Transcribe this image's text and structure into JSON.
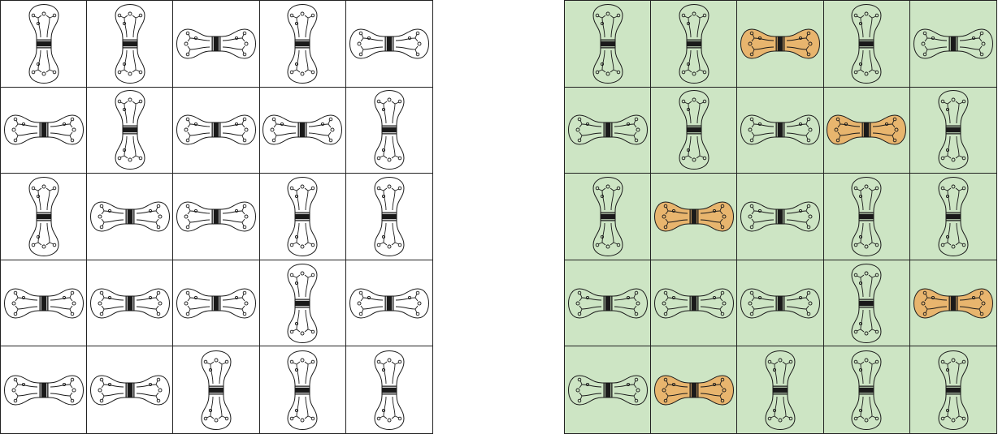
{
  "colors": {
    "left_background": "#ffffff",
    "right_background": "#cde5c4",
    "bulb_on": "#e8b56e",
    "line": "#1a1a1a"
  },
  "icon": "light-bulb-icon",
  "left_grid": {
    "orientation": [
      [
        "V",
        "V",
        "H",
        "V",
        "H"
      ],
      [
        "H",
        "V",
        "H",
        "H",
        "V"
      ],
      [
        "V",
        "H",
        "H",
        "V",
        "V"
      ],
      [
        "H",
        "H",
        "H",
        "V",
        "H"
      ],
      [
        "H",
        "H",
        "V",
        "V",
        "V"
      ]
    ],
    "lit": [
      [
        0,
        0,
        0,
        0,
        0
      ],
      [
        0,
        0,
        0,
        0,
        0
      ],
      [
        0,
        0,
        0,
        0,
        0
      ],
      [
        0,
        0,
        0,
        0,
        0
      ],
      [
        0,
        0,
        0,
        0,
        0
      ]
    ]
  },
  "right_grid": {
    "orientation": [
      [
        "V",
        "V",
        "H",
        "V",
        "H"
      ],
      [
        "H",
        "V",
        "H",
        "H",
        "V"
      ],
      [
        "V",
        "H",
        "H",
        "V",
        "V"
      ],
      [
        "H",
        "H",
        "H",
        "V",
        "H"
      ],
      [
        "H",
        "H",
        "V",
        "V",
        "V"
      ]
    ],
    "lit": [
      [
        0,
        0,
        1,
        0,
        0
      ],
      [
        0,
        0,
        0,
        1,
        0
      ],
      [
        0,
        1,
        0,
        0,
        0
      ],
      [
        0,
        0,
        0,
        0,
        1
      ],
      [
        0,
        1,
        0,
        0,
        0
      ]
    ]
  }
}
